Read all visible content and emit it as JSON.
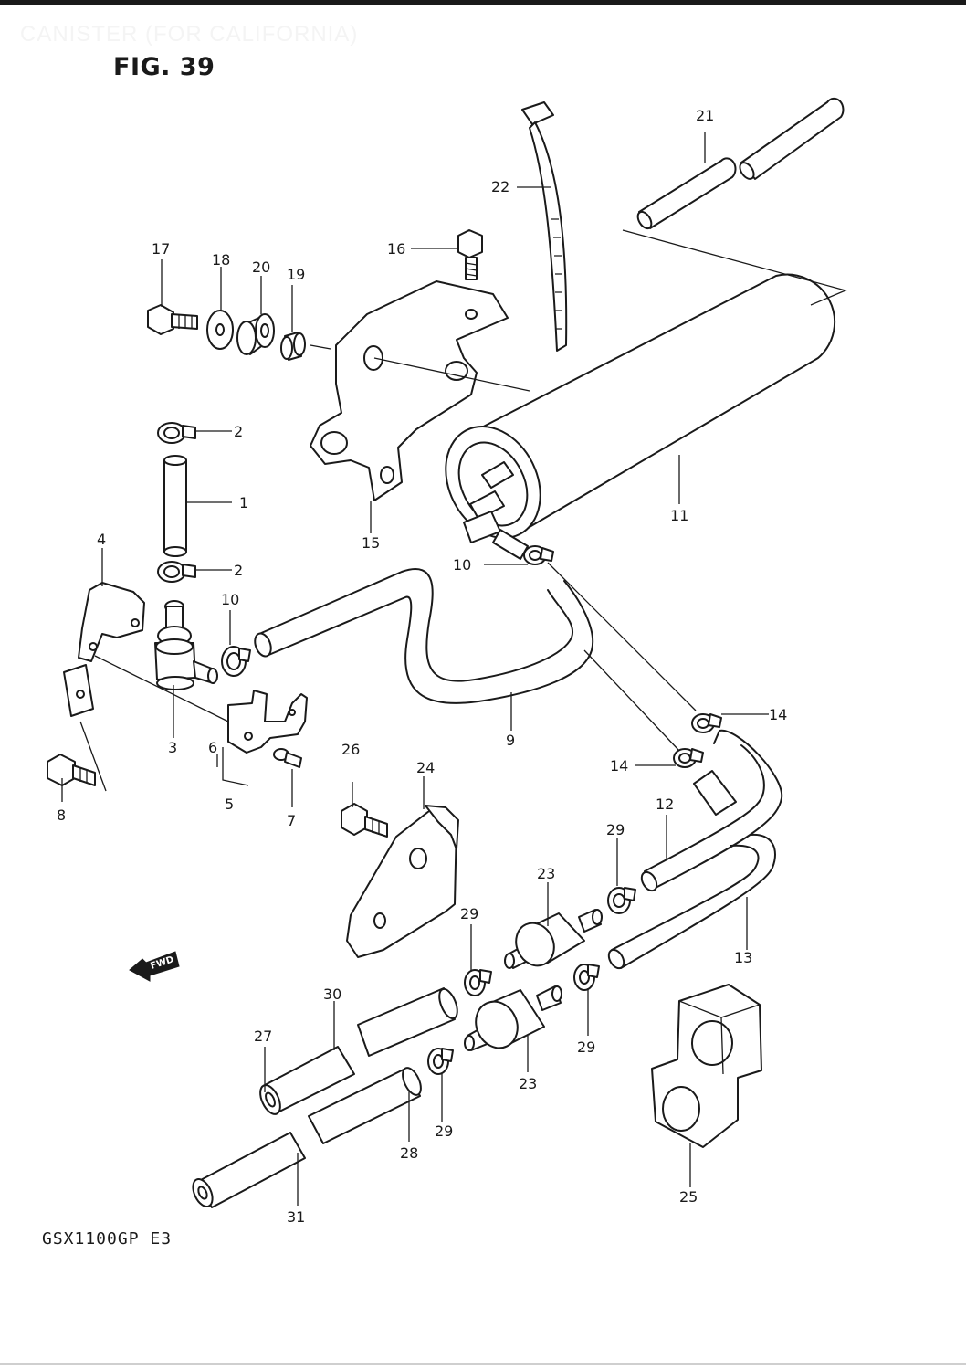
{
  "header": {
    "section_title": "CANISTER (FOR CALIFORNIA)",
    "figure_label": "FIG. 39"
  },
  "footer": {
    "model_code": "GSX1100GP E3"
  },
  "direction_marker": "FWD",
  "callouts": [
    {
      "num": "1"
    },
    {
      "num": "2"
    },
    {
      "num": "2"
    },
    {
      "num": "3"
    },
    {
      "num": "4"
    },
    {
      "num": "5"
    },
    {
      "num": "6"
    },
    {
      "num": "7"
    },
    {
      "num": "8"
    },
    {
      "num": "9"
    },
    {
      "num": "10"
    },
    {
      "num": "10"
    },
    {
      "num": "11"
    },
    {
      "num": "12"
    },
    {
      "num": "13"
    },
    {
      "num": "14"
    },
    {
      "num": "14"
    },
    {
      "num": "15"
    },
    {
      "num": "16"
    },
    {
      "num": "17"
    },
    {
      "num": "18"
    },
    {
      "num": "19"
    },
    {
      "num": "20"
    },
    {
      "num": "21"
    },
    {
      "num": "22"
    },
    {
      "num": "23"
    },
    {
      "num": "23"
    },
    {
      "num": "24"
    },
    {
      "num": "25"
    },
    {
      "num": "26"
    },
    {
      "num": "27"
    },
    {
      "num": "28"
    },
    {
      "num": "29"
    },
    {
      "num": "29"
    },
    {
      "num": "29"
    },
    {
      "num": "29"
    },
    {
      "num": "30"
    },
    {
      "num": "31"
    }
  ]
}
